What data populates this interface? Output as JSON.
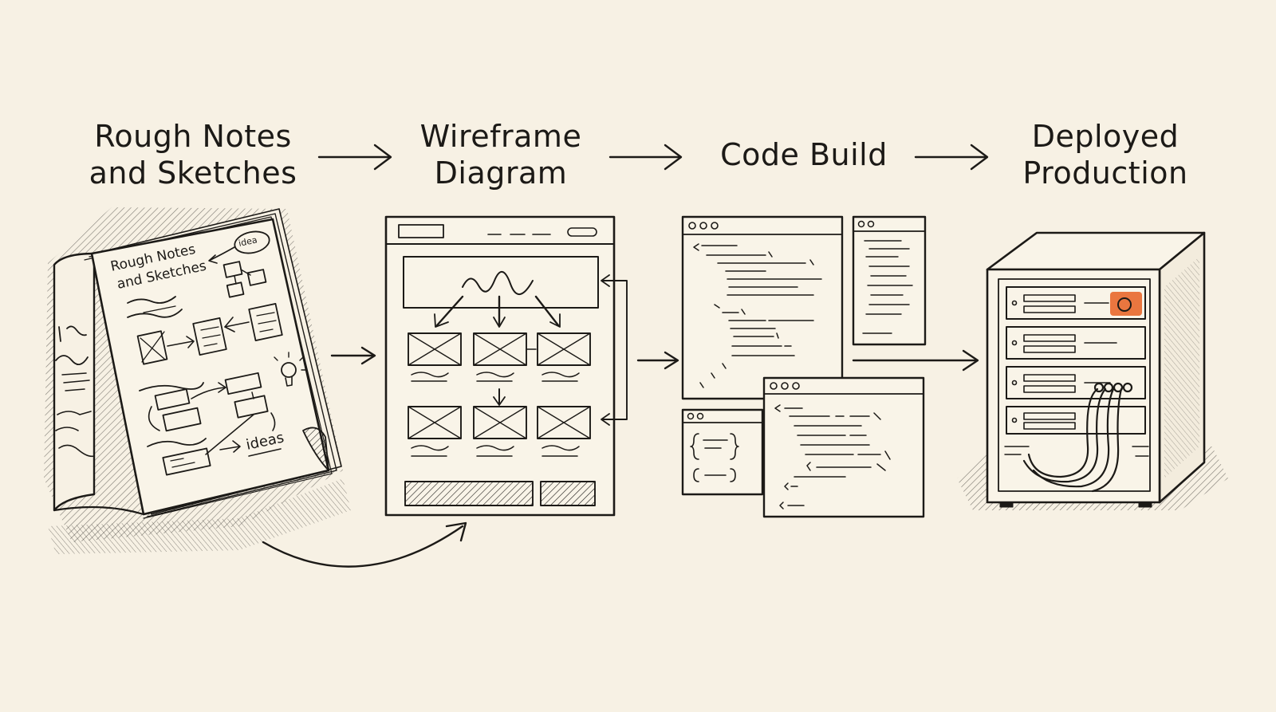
{
  "stages": [
    {
      "id": "rough-notes",
      "title_lines": [
        "Rough Notes",
        "and Sketches"
      ]
    },
    {
      "id": "wireframe",
      "title_lines": [
        "Wireframe",
        "Diagram"
      ]
    },
    {
      "id": "code-build",
      "title_lines": [
        "Code Build"
      ]
    },
    {
      "id": "deployed",
      "title_lines": [
        "Deployed",
        "Production"
      ]
    }
  ],
  "notebook": {
    "heading_line1": "Rough Notes",
    "heading_line2": "and Sketches",
    "bubble": "idea",
    "bottom_label": "ideas"
  },
  "colors": {
    "background": "#f7f1e4",
    "ink": "#1c1a17",
    "accent": "#e8682c"
  }
}
